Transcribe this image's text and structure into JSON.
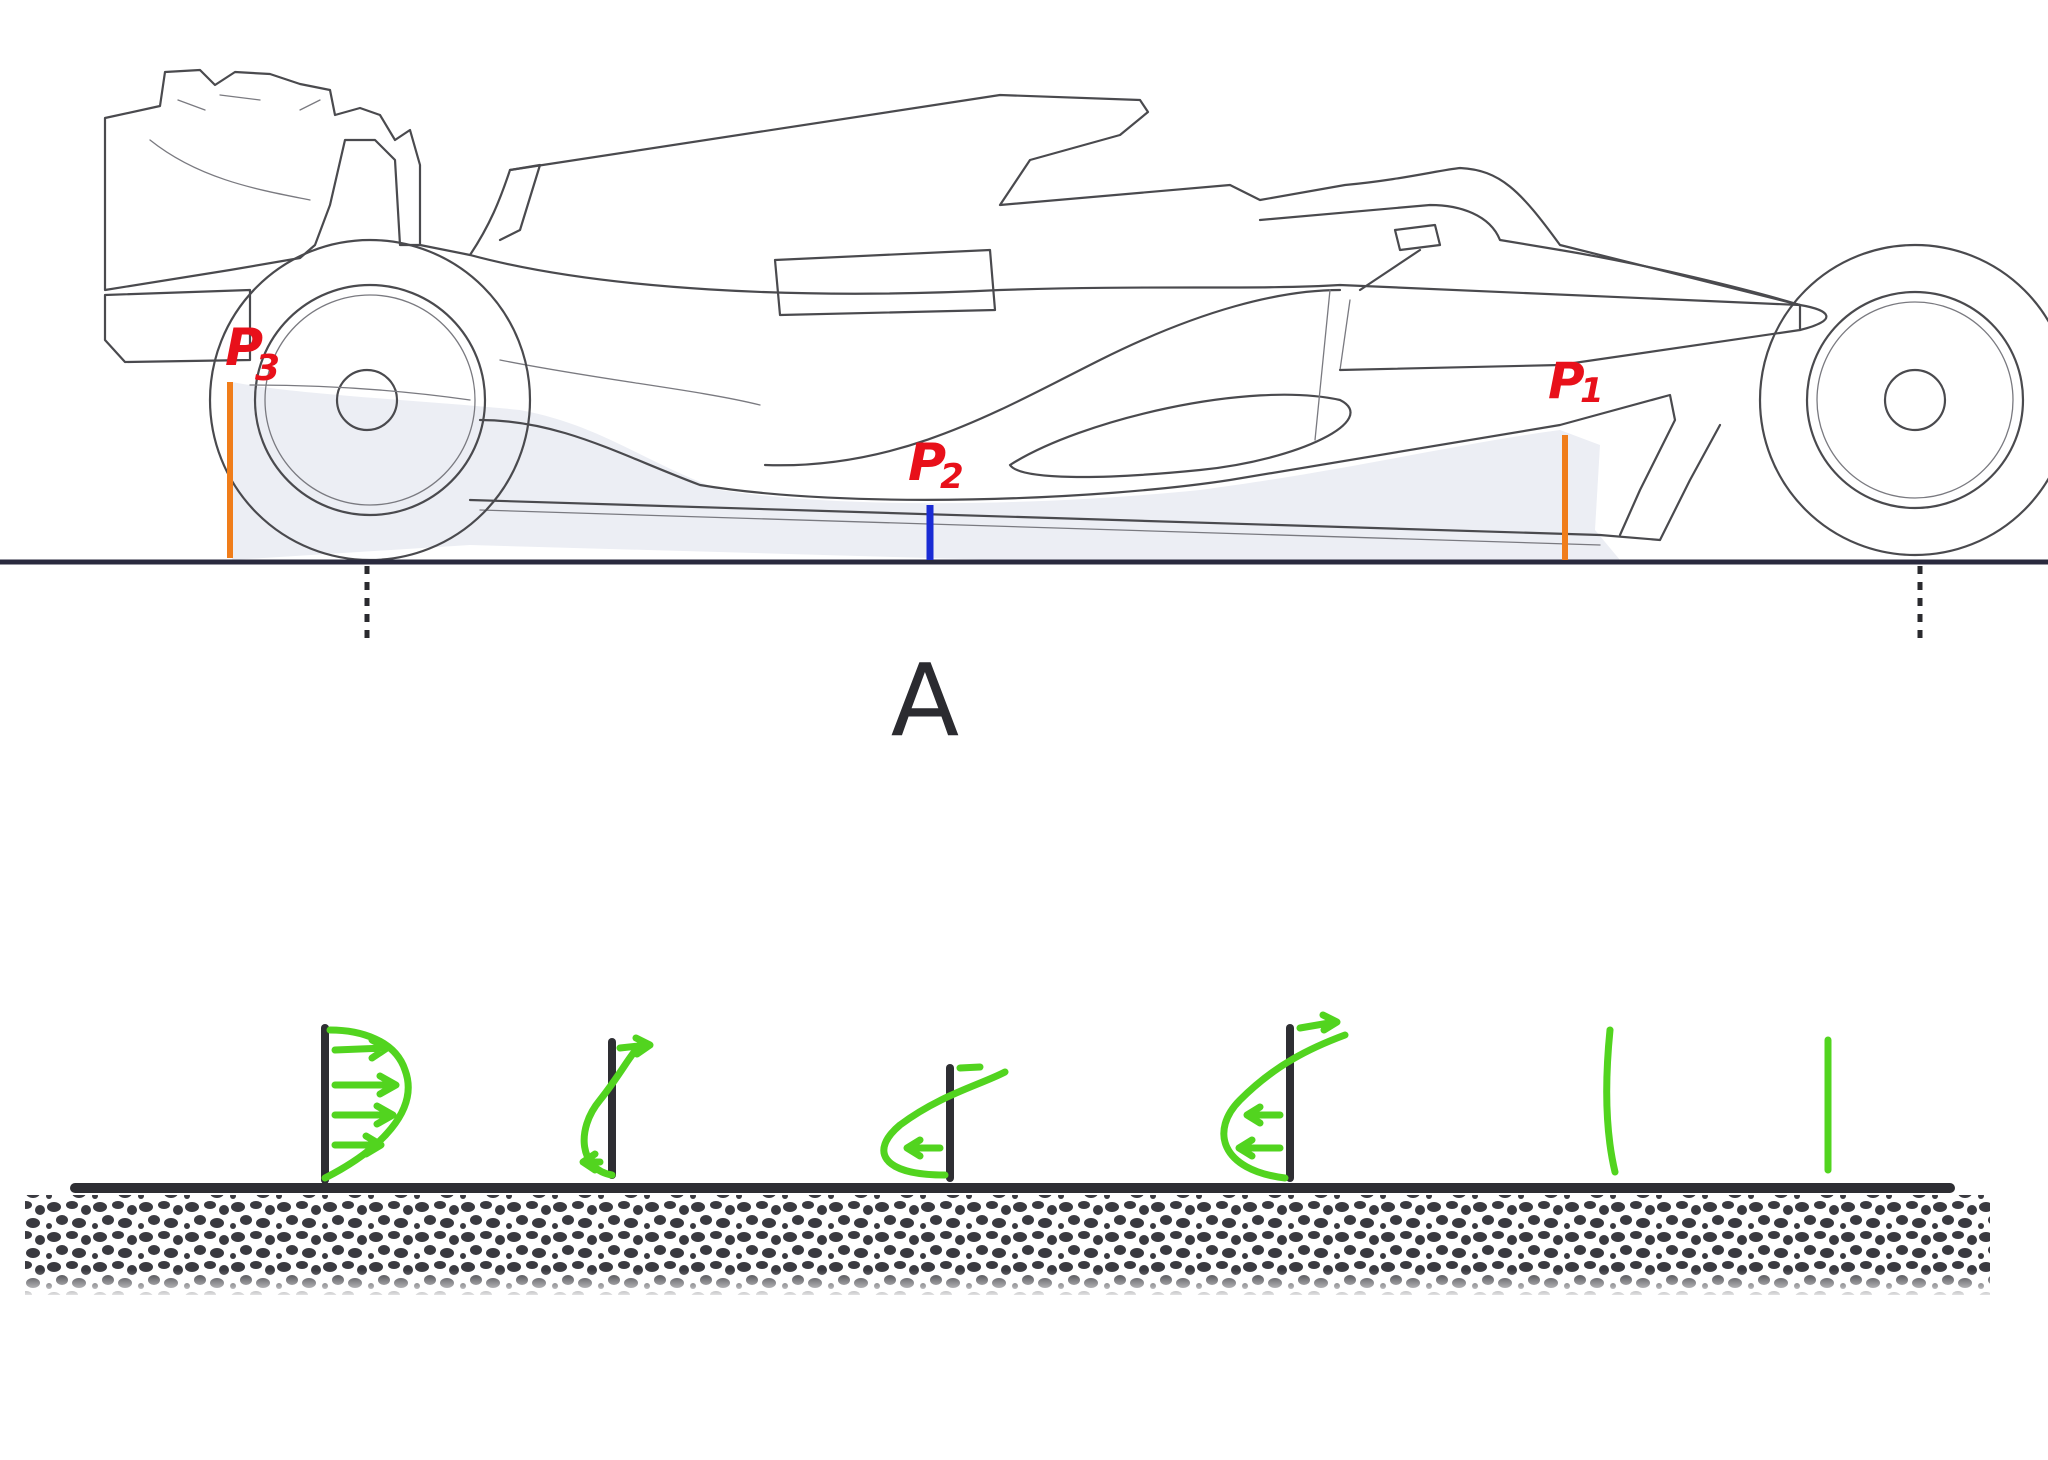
{
  "labels": {
    "p1": "P",
    "p1_sub": "1",
    "p2": "P",
    "p2_sub": "2",
    "p3": "P",
    "p3_sub": "3",
    "panel": "A"
  },
  "colors": {
    "pressure_probe_orange": "#f07d1a",
    "pressure_probe_blue": "#1a2bd4",
    "label_red": "#e8101a",
    "velocity_profile_green": "#52d41f",
    "ground_line": "#2a2a3e"
  },
  "velocity_profiles": [
    {
      "direction": "forward",
      "arrows": 4
    },
    {
      "direction": "forward-reversing",
      "arrows": 2
    },
    {
      "direction": "reversed",
      "arrows": 2
    },
    {
      "direction": "reversed",
      "arrows": 3
    },
    {
      "direction": "uniform",
      "arrows": 0
    },
    {
      "direction": "uniform",
      "arrows": 0
    }
  ]
}
